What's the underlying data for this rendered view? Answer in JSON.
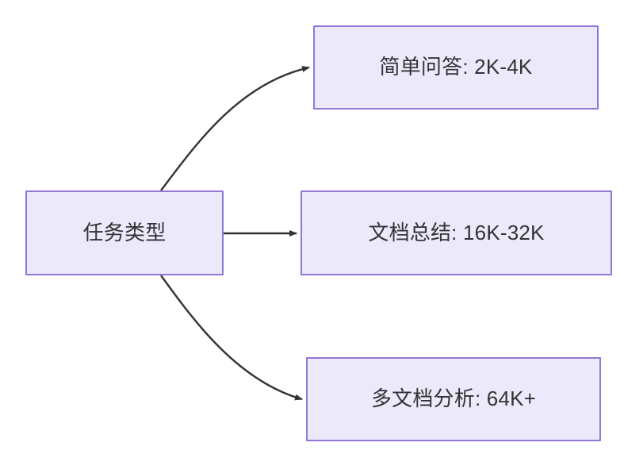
{
  "diagram": {
    "type": "flowchart",
    "direction": "left-to-right",
    "background_color": "#ffffff",
    "node_fill_color": "#ece9fb",
    "node_border_color": "#9376da",
    "node_text_color": "#333333",
    "edge_color": "#333333",
    "nodes": [
      {
        "id": "root",
        "label": "任务类型"
      },
      {
        "id": "simple_qa",
        "label": "简单问答: 2K-4K"
      },
      {
        "id": "doc_summary",
        "label": "文档总结: 16K-32K"
      },
      {
        "id": "multi_doc",
        "label": "多文档分析: 64K+"
      }
    ],
    "edges": [
      {
        "from": "root",
        "to": "simple_qa",
        "style": "curved",
        "arrowhead": "filled-triangle",
        "label": ""
      },
      {
        "from": "root",
        "to": "doc_summary",
        "style": "straight",
        "arrowhead": "filled-triangle",
        "label": ""
      },
      {
        "from": "root",
        "to": "multi_doc",
        "style": "curved",
        "arrowhead": "filled-triangle",
        "label": ""
      }
    ]
  }
}
